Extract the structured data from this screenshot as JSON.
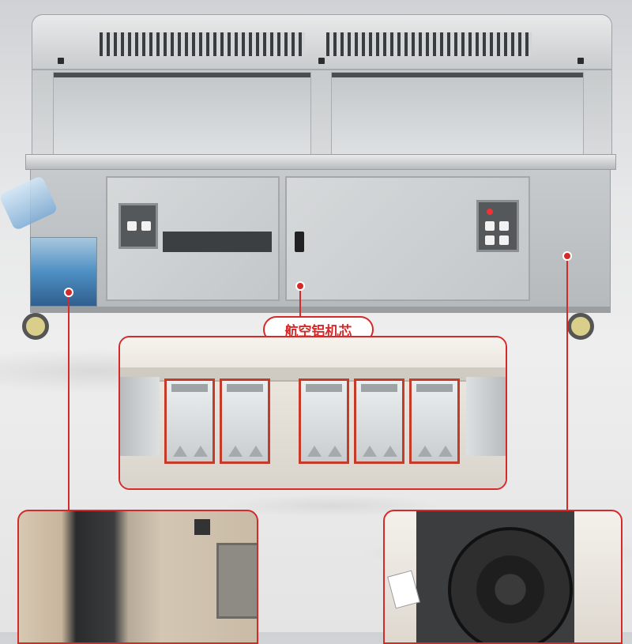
{
  "callout": {
    "label": "航空铝机芯"
  },
  "colors": {
    "accent": "#d52a2a",
    "steel": "#c7cacc",
    "water": "#4f8fc3",
    "filter_frame": "#c43b2a"
  },
  "control_panels": [
    {
      "name": "left-control-panel",
      "buttons": 2
    },
    {
      "name": "right-control-panel",
      "buttons": 4
    }
  ],
  "filter_cells": 5
}
